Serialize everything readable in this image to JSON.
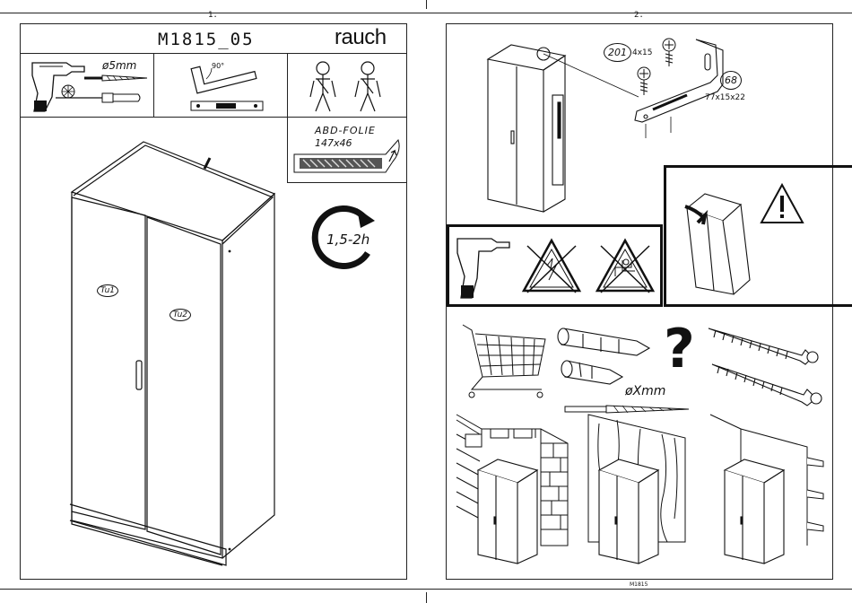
{
  "page1": {
    "number": "1.",
    "model": "M1815_05",
    "brand": "rauch",
    "drill_size": "ø5mm",
    "angle": "90°",
    "foil_label": "ABD-FOLIE",
    "foil_size": "147x46",
    "time": "1,5-2h",
    "part_labels": [
      "Tu1",
      "Tu2"
    ]
  },
  "page2": {
    "number": "2.",
    "part_201": "201",
    "screw_size": "4x15",
    "part_68": "68",
    "bracket_size": "77x15x22",
    "dowel_size": "øXmm",
    "question": "?",
    "footer": "M1815"
  },
  "icons": [
    "drill-icon",
    "screwdriver-icon",
    "set-square-icon",
    "spirit-level-icon",
    "two-persons-icon",
    "clock-arrow-icon",
    "warning-icon",
    "shopping-cart-icon",
    "dowel-icon",
    "screw-icon",
    "brick-wall-icon",
    "wood-wall-icon",
    "drywall-icon"
  ]
}
